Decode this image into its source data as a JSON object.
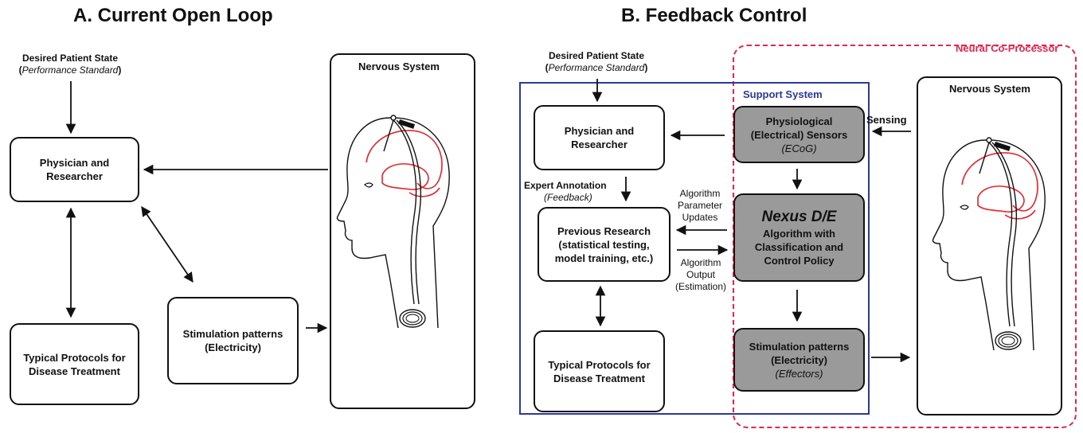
{
  "panel_a": {
    "title": "A. Current Open Loop",
    "desired_state": {
      "line1": "Desired Patient State",
      "line2_prefix": "(",
      "line2_italic": "Performance Standard",
      "line2_suffix": ")"
    },
    "physician": [
      "Physician and",
      "Researcher"
    ],
    "protocols": [
      "Typical Protocols for",
      "Disease Treatment"
    ],
    "stimulation": [
      "Stimulation patterns",
      "(Electricity)"
    ],
    "nervous_system": "Nervous System"
  },
  "panel_b": {
    "title": "B. Feedback Control",
    "neural_coprocessor_label": "Neural Co-Processor",
    "support_system_label": "Support System",
    "desired_state": {
      "line1": "Desired Patient State",
      "line2_prefix": "(",
      "line2_italic": "Performance Standard",
      "line2_suffix": ")"
    },
    "physician": [
      "Physician and",
      "Researcher"
    ],
    "expert_annotation": "Expert Annotation",
    "feedback": "(Feedback)",
    "previous_research": [
      "Previous Research",
      "(statistical testing,",
      "model training, etc.)"
    ],
    "protocols": [
      "Typical Protocols for",
      "Disease Treatment"
    ],
    "sensors": {
      "line1": "Physiological",
      "line2": "(Electrical) Sensors",
      "line3": "(ECoG)"
    },
    "sensing": "Sensing",
    "nexus": {
      "title": "Nexus D/E",
      "line1": "Algorithm with",
      "line2": "Classification and",
      "line3": "Control Policy"
    },
    "param_updates": [
      "Algorithm",
      "Parameter",
      "Updates"
    ],
    "algo_output": [
      "Algorithm",
      "Output",
      "(Estimation)"
    ],
    "stimulation": {
      "line1": "Stimulation patterns",
      "line2": "(Electricity)",
      "line3": "(Effectors)"
    },
    "nervous_system": "Nervous System"
  },
  "colors": {
    "support_system": "#2a3a9a",
    "neural_coprocessor": "#e8244f",
    "active_box": "#9a9a9a",
    "brain": "#e8242c"
  }
}
